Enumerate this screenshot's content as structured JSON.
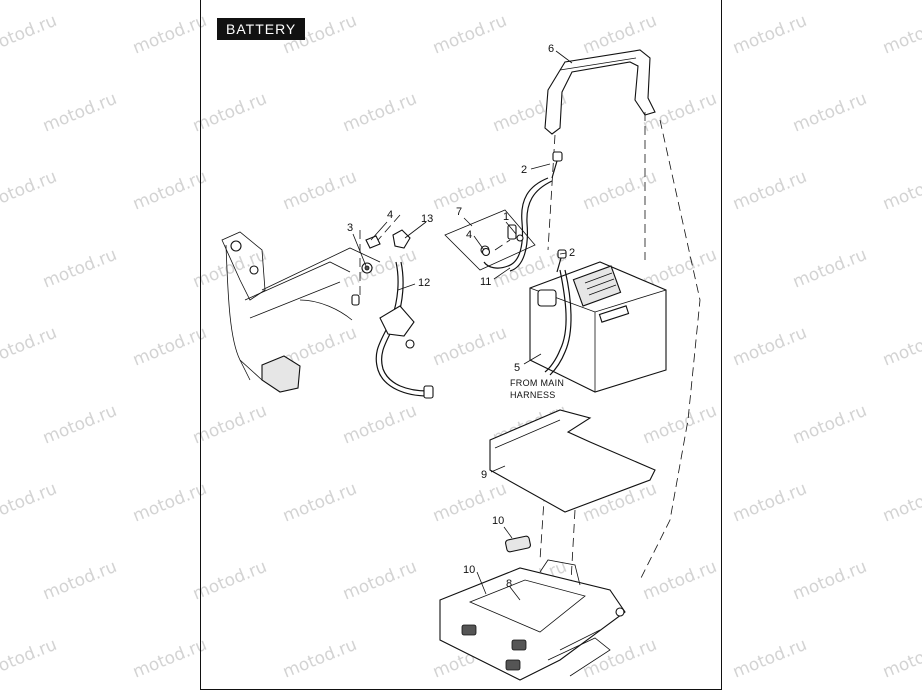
{
  "title": "BATTERY",
  "watermark": "motod.ru",
  "callouts": {
    "c1": "1",
    "c2a": "2",
    "c2b": "2",
    "c3": "3",
    "c4a": "4",
    "c4b": "4",
    "c5": "5",
    "c6": "6",
    "c7": "7",
    "c8": "8",
    "c9": "9",
    "c10a": "10",
    "c10b": "10",
    "c11": "11",
    "c12": "12",
    "c13": "13"
  },
  "notes": {
    "harness_line1": "FROM MAIN",
    "harness_line2": "HARNESS"
  }
}
